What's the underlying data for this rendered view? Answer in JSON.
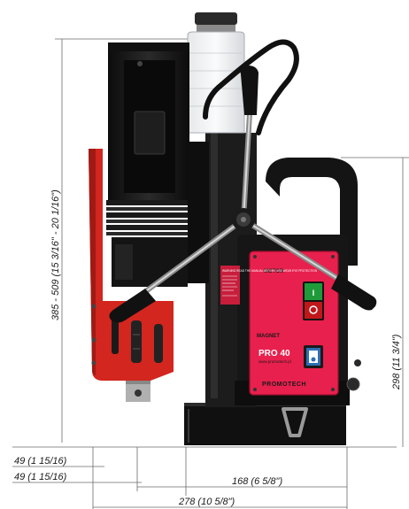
{
  "dimensions": {
    "height_range": "385 - 509  (15 3/16\" - 20 1/16\")",
    "body_height": "298  (11 3/4\")",
    "offset_top": "49 (1 15/16)",
    "offset_bottom": "49 (1 15/16)",
    "base_width": "168  (6 5/8\")",
    "overall_width": "278  (10 5/8\")"
  },
  "panel": {
    "motor_label": "MOTOR",
    "magnet_label": "MAGNET",
    "model_name": "PRO 40",
    "website": "www.promotech.pl",
    "brand": "PROMOTECH",
    "switch_on": "I",
    "warning_text": "WARNING READ THE MANUAL BEFORE USE WEAR EYE PROTECTION"
  },
  "colors": {
    "body_red": "#e8204d",
    "guard_red": "#d2261f",
    "frame_black": "#141414",
    "switch_green": "#1f9a3a",
    "switch_red": "#c0181a",
    "switch_blue": "#2f6fb3"
  }
}
